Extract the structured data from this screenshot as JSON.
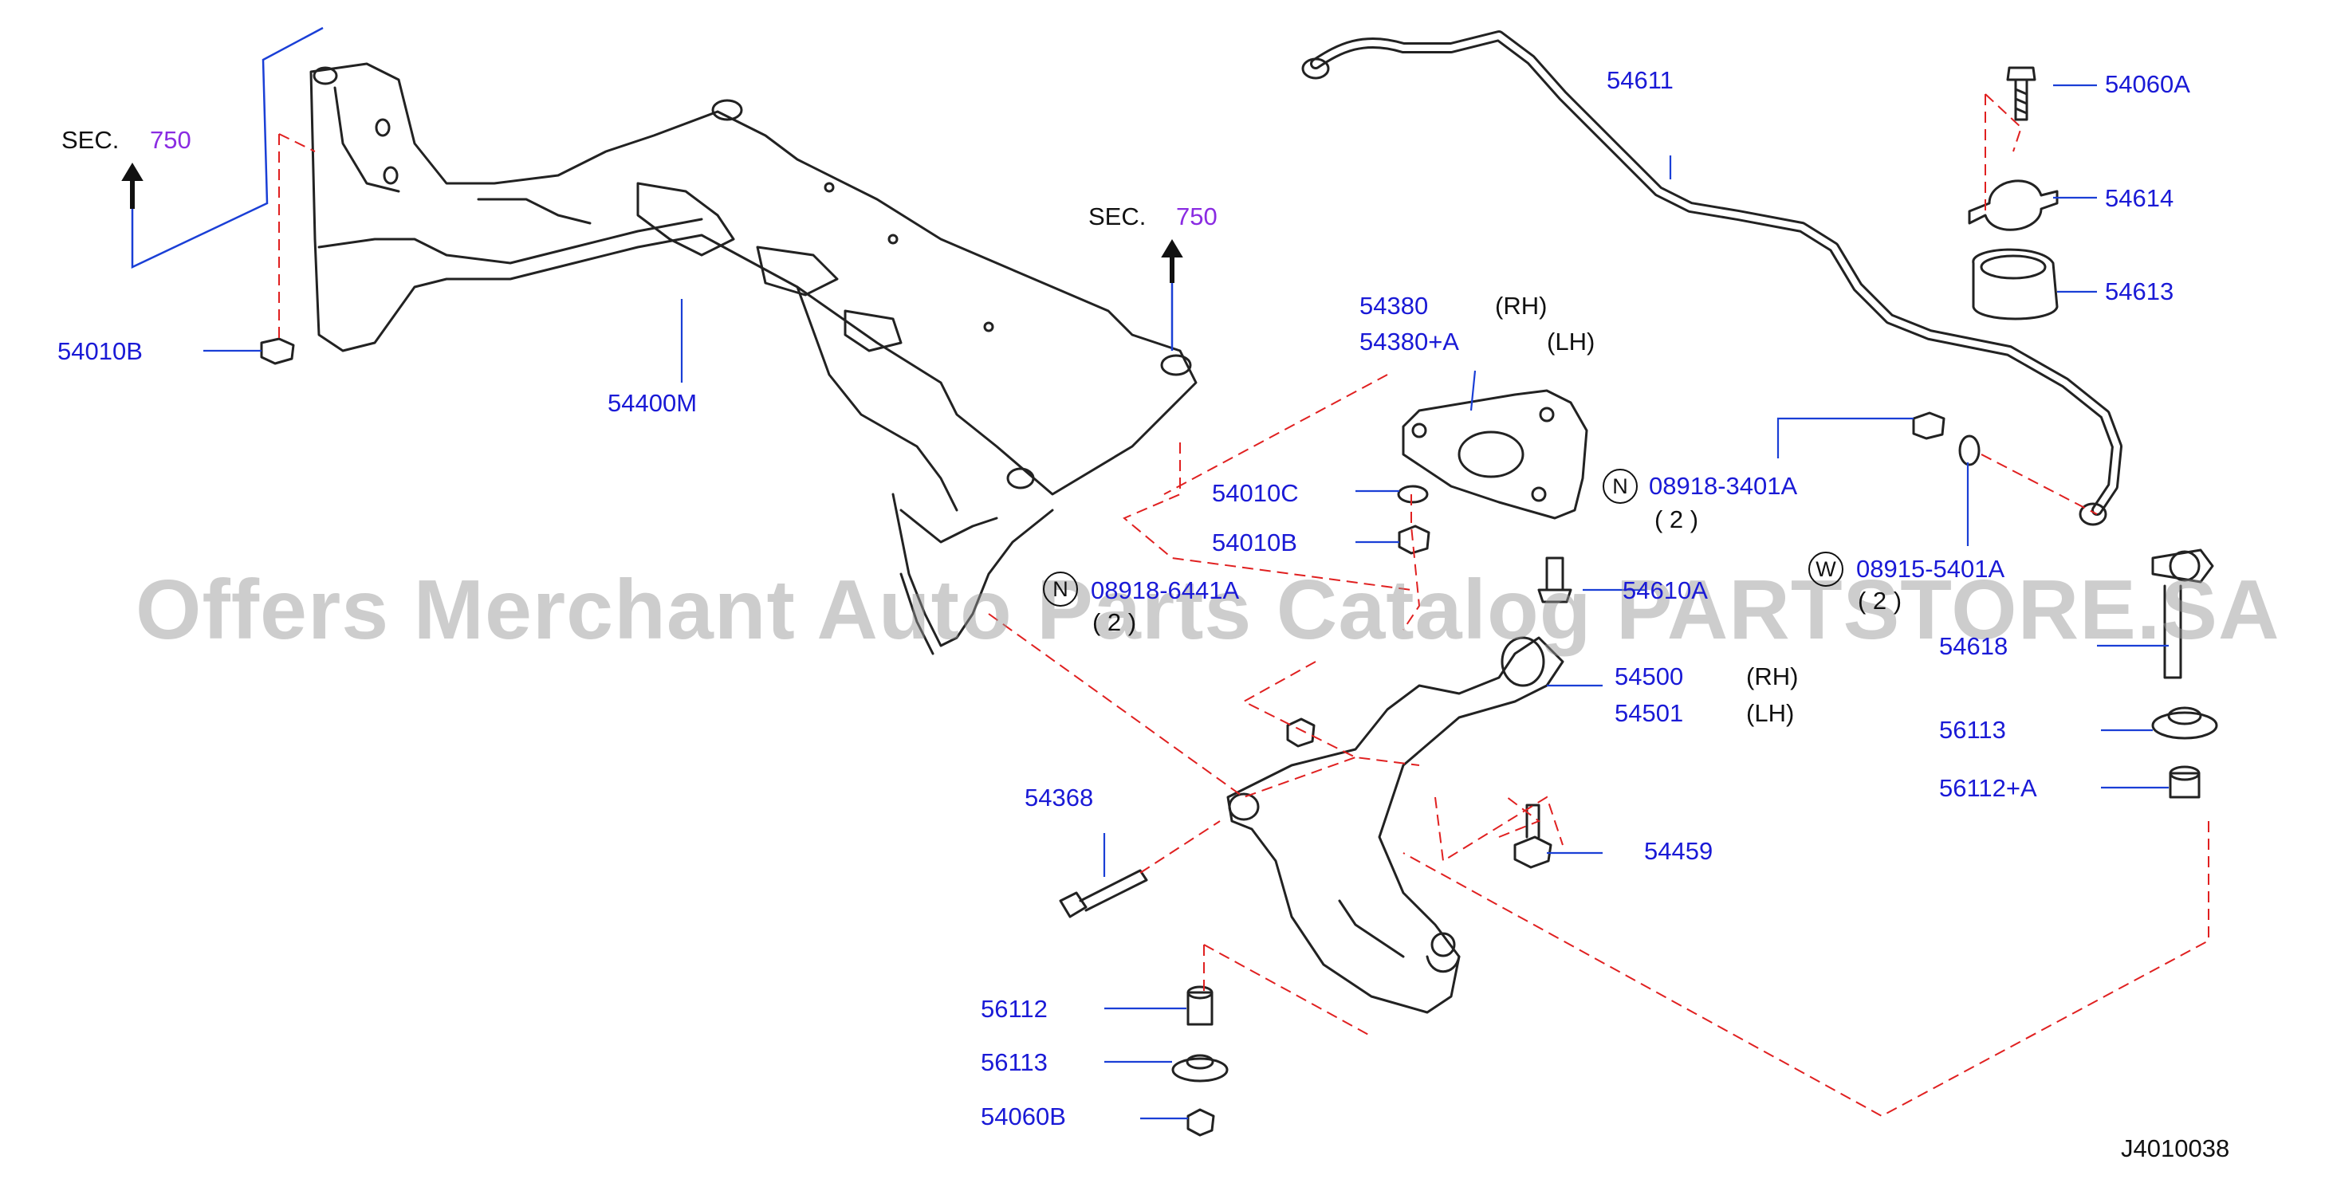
{
  "section_refs": [
    {
      "prefix": "SEC.",
      "number": "750"
    },
    {
      "prefix": "SEC.",
      "number": "750"
    }
  ],
  "parts": {
    "p54010b_left": "54010B",
    "p54400m": "54400M",
    "p54611": "54611",
    "p54060a": "54060A",
    "p54614": "54614",
    "p54613": "54613",
    "p54380": "54380",
    "p54380_side": "(RH)",
    "p54380a": "54380+A",
    "p54380a_side": "(LH)",
    "p54010c": "54010C",
    "p54010b_mid": "54010B",
    "p08918": "08918-3401A",
    "p08918_qty": "( 2 )",
    "p08918_badge": "N",
    "p08915": "08915-5401A",
    "p08915_qty": "( 2 )",
    "p08915_badge": "W",
    "p08918b": "08918-6441A",
    "p08918b_qty": "( 2 )",
    "p08918b_badge": "N",
    "p5461xa": "54610A",
    "p54618": "54618",
    "p54500": "54500",
    "p54500_side": "(RH)",
    "p54501": "54501",
    "p54501_side": "(LH)",
    "p56113_right": "56113",
    "p56112a": "56112+A",
    "p54368": "54368",
    "p54459": "54459",
    "p56112": "56112",
    "p56113_bottom": "56113",
    "p54060b": "54060B"
  },
  "diagram_code": "J4010038",
  "watermark": "Offers Merchant Auto Parts Catalog PARTSTORE.SA",
  "colors": {
    "label": "#1a1ad6",
    "leader": "#1a3fd6",
    "dashed": "#e02020",
    "line": "#222222",
    "section_number": "#8a2be2"
  }
}
